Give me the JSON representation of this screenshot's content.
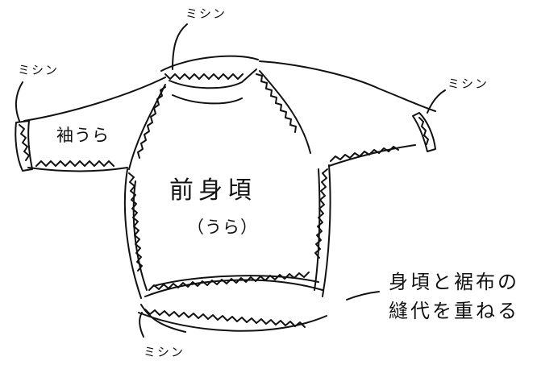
{
  "labels": {
    "machine_neck": "ミシン",
    "machine_left_sleeve": "ミシン",
    "machine_right_sleeve": "ミシン",
    "machine_hem": "ミシン",
    "sleeve_back": "袖うら",
    "front_body": "前身頃",
    "reverse_side": "（うら）",
    "note_line1": "身頃と裾布の",
    "note_line2": "縫代を重ねる"
  },
  "colors": {
    "ink": "#111111",
    "paper": "#ffffff"
  }
}
